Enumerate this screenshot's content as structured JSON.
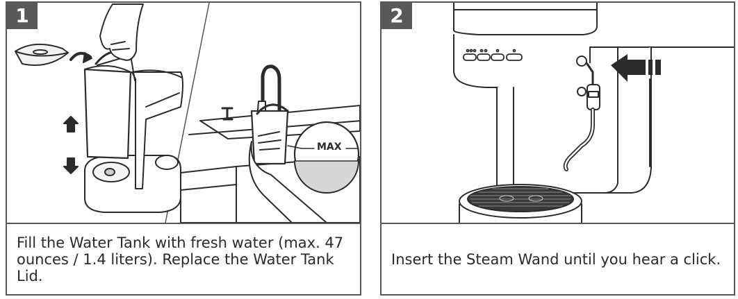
{
  "steps": [
    {
      "number": "1",
      "caption": "Fill the Water Tank with fresh water (max. 47 ounces / 1.4 liters). Replace the Water Tank Lid.",
      "max_label": "MAX"
    },
    {
      "number": "2",
      "caption": "Insert the Steam Wand until you hear a click."
    }
  ],
  "colors": {
    "badge": "#595959",
    "border": "#575757",
    "line": "#2b2b2b",
    "water": "#d6d6d6"
  }
}
